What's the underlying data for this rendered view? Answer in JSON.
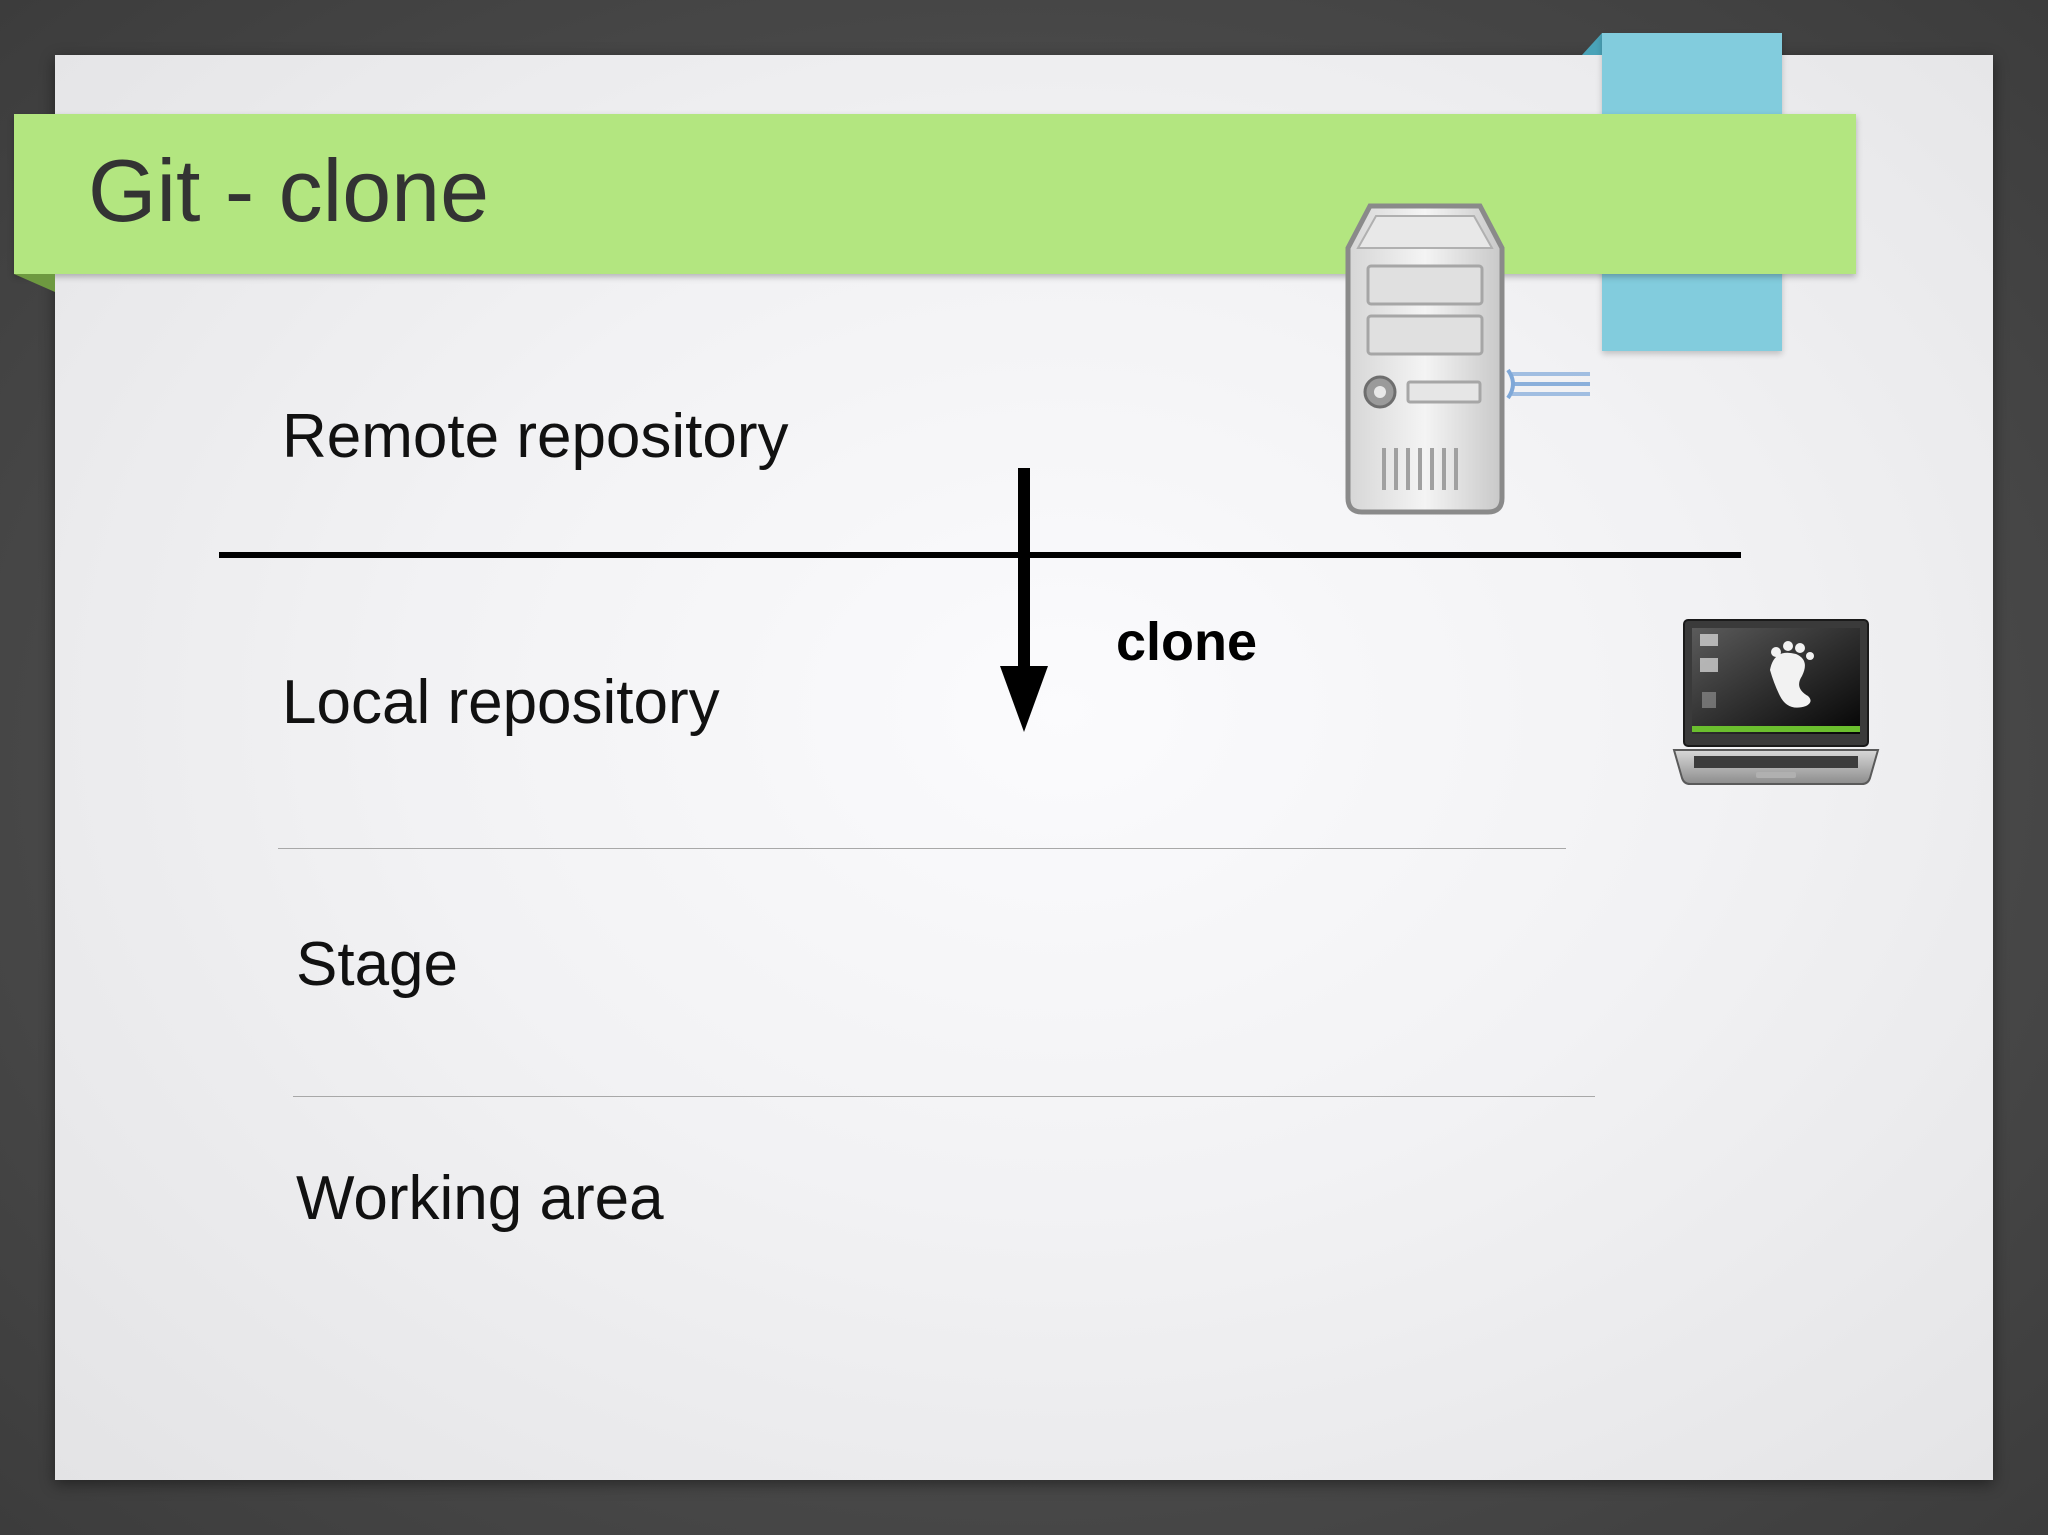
{
  "slide": {
    "title": "Git - clone"
  },
  "layers": {
    "remote": "Remote repository",
    "local": "Local repository",
    "stage": "Stage",
    "working": "Working area"
  },
  "operation": {
    "label": "clone"
  },
  "icons": {
    "server": "server-icon",
    "laptop": "laptop-icon",
    "arrow": "down-arrow-icon"
  },
  "colors": {
    "title_bar": "#b3e680",
    "accent_tab": "#82ccdd",
    "title_text": "#333333",
    "background": "#4a4a4a"
  }
}
